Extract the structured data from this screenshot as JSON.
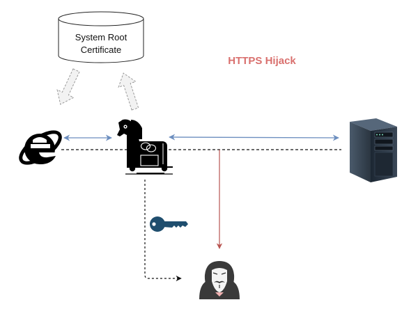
{
  "diagram": {
    "title": "HTTPS Hijack",
    "title_color": "#d9706e",
    "nodes": {
      "cert_store": {
        "label_line1": "System Root",
        "label_line2": "Certificate",
        "shape": "cylinder"
      },
      "browser": {
        "icon": "internet-explorer-icon"
      },
      "trojan": {
        "icon": "trojan-horse-icon"
      },
      "server": {
        "icon": "server-tower-icon"
      },
      "key": {
        "icon": "key-icon",
        "color": "#1f4e6e"
      },
      "attacker": {
        "icon": "anonymous-hacker-icon"
      }
    },
    "edges": [
      {
        "from": "browser",
        "to": "trojan",
        "style": "double-arrow",
        "color": "#6c8ebf"
      },
      {
        "from": "trojan",
        "to": "server",
        "style": "double-arrow",
        "color": "#6c8ebf"
      },
      {
        "from": "browser",
        "to": "server",
        "style": "dashed-line",
        "color": "#111111"
      },
      {
        "from": "cert_store",
        "to": "browser",
        "style": "dashed-block-arrow",
        "color": "#f2f2f2"
      },
      {
        "from": "trojan",
        "to": "cert_store",
        "style": "dashed-block-arrow",
        "color": "#f2f2f2"
      },
      {
        "from": "trojan-server-link",
        "to": "attacker",
        "style": "arrow",
        "color": "#b85450"
      },
      {
        "from": "trojan",
        "to": "attacker",
        "style": "dashed-arrow",
        "color": "#111111"
      }
    ]
  }
}
